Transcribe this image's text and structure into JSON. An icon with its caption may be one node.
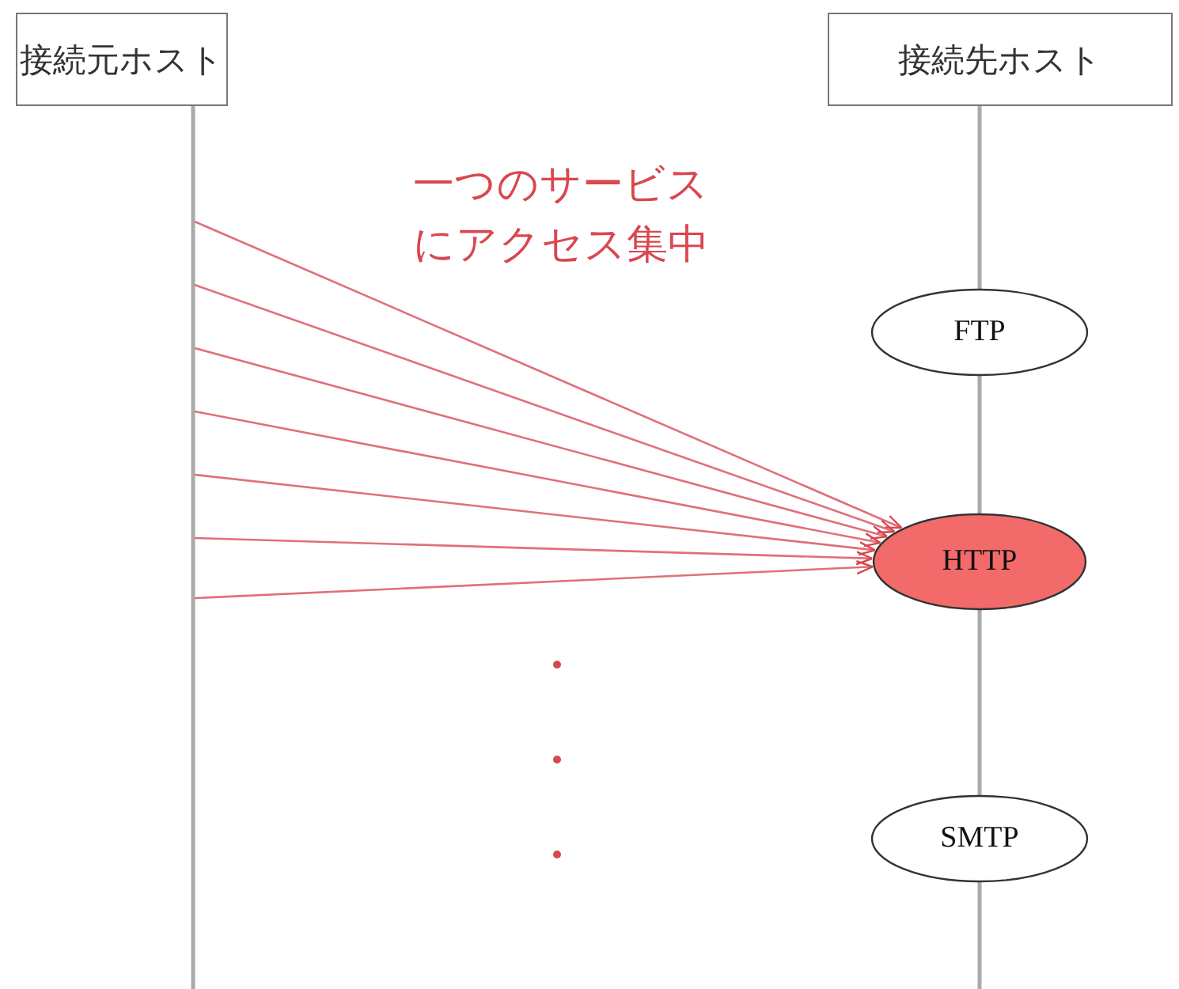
{
  "diagram": {
    "nodes": [
      {
        "text": [
          "接続元ホスト"
        ]
      },
      {
        "text": [
          "接続先ホスト"
        ]
      },
      {
        "text": [
          "FTP"
        ]
      },
      {
        "text": [
          "HTTP"
        ]
      },
      {
        "text": [
          "SMTP"
        ]
      }
    ],
    "edges": [
      {
        "from": null,
        "to": 3,
        "arrow": "to"
      },
      {
        "from": null,
        "to": 3,
        "arrow": "to"
      },
      {
        "from": null,
        "to": 3,
        "arrow": "to"
      },
      {
        "from": null,
        "to": 3,
        "arrow": "to"
      },
      {
        "from": null,
        "to": 3,
        "arrow": "to"
      },
      {
        "from": null,
        "to": 3,
        "arrow": "to"
      },
      {
        "from": null,
        "to": 3,
        "arrow": "to"
      }
    ],
    "labels": [
      "一つのサービスにアクセス集中"
    ]
  }
}
